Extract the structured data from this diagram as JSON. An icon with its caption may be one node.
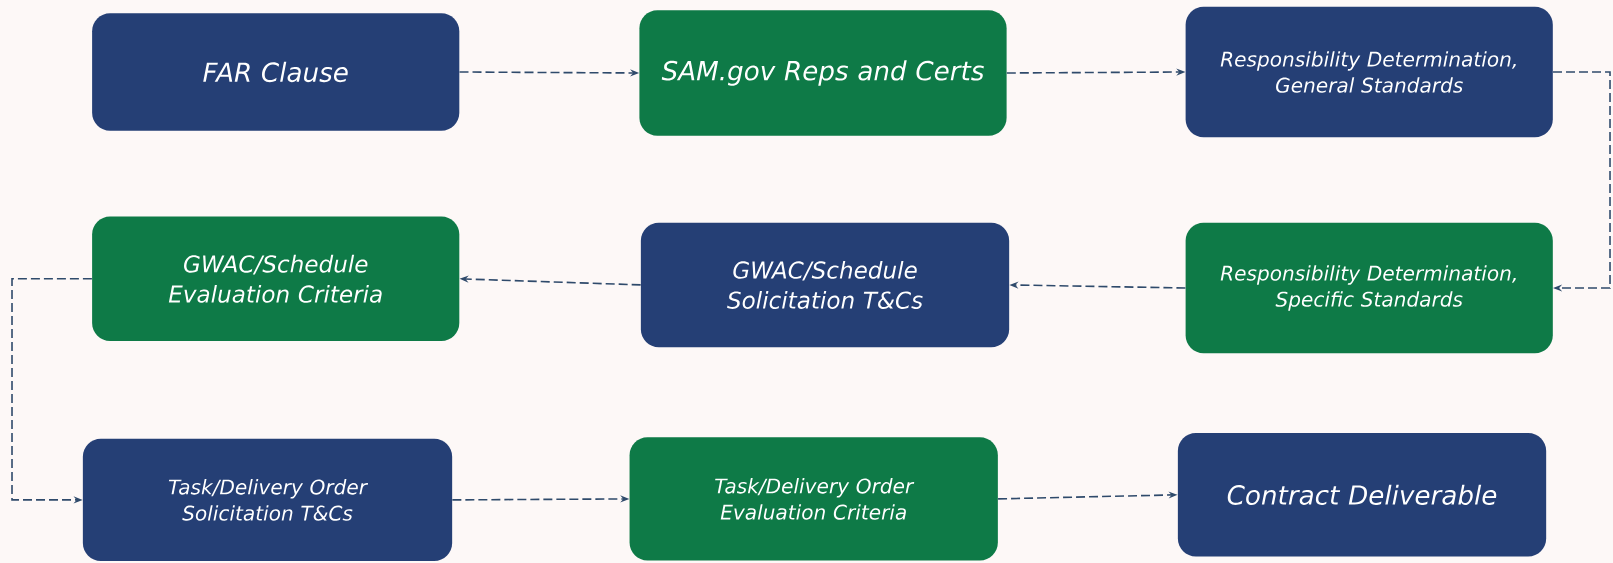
{
  "diagram": {
    "nodes": [
      {
        "text": [
          "FAR Clause"
        ]
      },
      {
        "text": [
          "SAM.gov Reps and Certs"
        ]
      },
      {
        "text": [
          "Responsibility Determination, General Standards"
        ]
      },
      {
        "text": [
          "Responsibility Determination, Specific Standards"
        ]
      },
      {
        "text": [
          "GWAC/Schedule Solicitation T&Cs"
        ]
      },
      {
        "text": [
          "GWAC/Schedule Evaluation Criteria"
        ]
      },
      {
        "text": [
          "Task/Delivery Order Solicitation T&Cs"
        ]
      },
      {
        "text": [
          "Task/Delivery Order Evaluation Criteria"
        ]
      },
      {
        "text": [
          "Contract Deliverable"
        ]
      }
    ],
    "edges": [
      {
        "from": 0,
        "to": 1,
        "arrow": "to"
      },
      {
        "from": 1,
        "to": 2,
        "arrow": "to"
      },
      {
        "from": 2,
        "to": 3,
        "arrow": "to"
      },
      {
        "from": 3,
        "to": 4,
        "arrow": "to"
      },
      {
        "from": 4,
        "to": 5,
        "arrow": "to"
      },
      {
        "from": 5,
        "to": 6,
        "arrow": "to"
      },
      {
        "from": 6,
        "to": 7,
        "arrow": "to"
      },
      {
        "from": 7,
        "to": 8,
        "arrow": "to"
      }
    ]
  }
}
